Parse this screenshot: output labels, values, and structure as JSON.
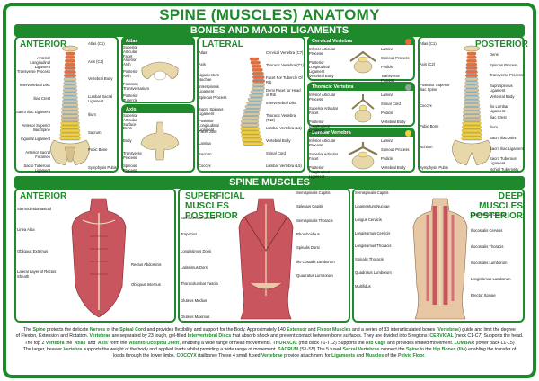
{
  "title": "SPINE (MUSCLES) ANATOMY",
  "sections": {
    "bones": "BONES AND MAJOR LIGAMENTS",
    "muscles": "SPINE MUSCLES"
  },
  "colors": {
    "brand": "#1f8a2b",
    "bone": "#e8d7a8",
    "muscle": "#c9555f",
    "disc": "#7fb3d9",
    "cervical": "#e96b3c",
    "thoracic": "#9aa0a6",
    "lumbar": "#f2d03b"
  },
  "panels": {
    "anterior_bones": {
      "title": "ANTERIOR",
      "labels_left": [
        "Anterior Longitudinal Ligament",
        "Transverse Process",
        "Intervertebral Disc",
        "Iliac Crest",
        "Sacro Iliac Ligament",
        "Anterior Superior Iliac Spine",
        "Inguinal Ligament",
        "Anterior Sacral Foramen",
        "Sacro Tuberous Ligament"
      ],
      "labels_right": [
        "Atlas (C1)",
        "Axis (C2)",
        "Vertebral Body",
        "Lumbar Sacral Ligament",
        "Ilium",
        "Sacrum",
        "Pubic Bone",
        "Symphysis Pubis"
      ]
    },
    "atlas_axis": {
      "atlas_title": "Atlas",
      "axis_title": "Axis",
      "atlas_labels": [
        "Superior Articular Facet",
        "Anterior Arch",
        "Posterior Arch",
        "Foramen Transversarium",
        "Posterior Tubercle"
      ],
      "axis_labels": [
        "Superior Articular Surface",
        "Dens",
        "Body",
        "Transverse Process",
        "Spinous Process"
      ]
    },
    "lateral": {
      "title": "LATERAL",
      "labels_left": [
        "Atlas",
        "Axis",
        "Ligamentum Nuchae",
        "Interspinous Ligament",
        "Spinous Process",
        "Supra Spinous Ligament",
        "Posterior Longitudinal Ligament",
        "Facet Joint",
        "Lamina",
        "Sacrum",
        "Coccyx"
      ],
      "labels_right": [
        "Cervical Vertebra (C7)",
        "Thoracic Vertebra (T1)",
        "Facet For Tubercle Of Rib",
        "Demi Facet for Head of Rib",
        "Intervertebral Disc",
        "Thoracic Vertebra (T12)",
        "Lumbar Vertebra (L1)",
        "Vertebral Body",
        "Spinal Cord",
        "Lumbar Vertebra (L5)"
      ]
    },
    "vertebra_types": [
      {
        "name": "Cervical Vertebra",
        "left": [
          "Inferior Articular Process",
          "Posterior Longitudinal Ligament",
          "Vertebral Body"
        ],
        "right": [
          "Lamina",
          "Spinous Process",
          "Pedicle",
          "Transverse Process"
        ]
      },
      {
        "name": "Thoracic Vertebra",
        "left": [
          "Inferior Articular Process",
          "Superior Articular Facet",
          "Posterior Longitudinal Ligament"
        ],
        "right": [
          "Lamina",
          "Spinal Cord",
          "Pedicle",
          "Vertebral Body"
        ]
      },
      {
        "name": "Lumbar Vertebra",
        "left": [
          "Inferior Articular Process",
          "Superior Articular Facet",
          "Posterior Longitudinal Ligament"
        ],
        "right": [
          "Lamina",
          "Spinous Process",
          "Pedicle",
          "Vertebral Body"
        ]
      }
    ],
    "posterior_bones": {
      "title": "POSTERIOR",
      "labels_left": [
        "Atlas (C1)",
        "Axis (C2)",
        "Posterior Superior Iliac Spine",
        "Coccyx",
        "Pubic Bone",
        "Ischium",
        "Symphysis Pubis"
      ],
      "labels_right": [
        "Dens",
        "Spinous Process",
        "Transverse Process",
        "Supraspinous Ligament",
        "Vertebral Body",
        "Ilio Lumbar Ligament",
        "Iliac Crest",
        "Ilium",
        "Sacro Iliac Joint",
        "Sacro Iliac Ligament",
        "Sacro Tuberous Ligament",
        "Ischial Tuberosity"
      ]
    },
    "anterior_muscles": {
      "title": "ANTERIOR",
      "labels_left": [
        "Sternocleidomastoid",
        "Linea Alba",
        "Obliquus Externus",
        "Lateral Layer of Rectus Sheath"
      ],
      "labels_right": [
        "Rectus Abdominis",
        "Obliquus Internus"
      ]
    },
    "superficial": {
      "title": "SUPERFICIAL MUSCLES POSTERIOR",
      "labels_left": [
        "Sternocleidomastoid",
        "Trapezius",
        "Longissimus Dorsi",
        "Latissimus Dorsi",
        "Thoracolumbar Fascia",
        "Gluteus Medius",
        "Gluteus Maximus"
      ],
      "labels_right": [
        "Semispinalis Capitis",
        "Splenius Capitis",
        "Semispinalis Thoracis",
        "Rhomboideus",
        "Spinalis Dorsi",
        "Ilio Costalis Lumborum",
        "Quadratus Lumborum"
      ]
    },
    "deep": {
      "title": "DEEP MUSCLES POSTERIOR",
      "labels_left": [
        "Semispinalis Capitis",
        "Ligamentum Nuchae",
        "Longus Cervicis",
        "Longissimus Cervicis",
        "Longissimus Thoracis",
        "Spinalis Thoracis",
        "Quadratus Lumborum",
        "Multifidus"
      ],
      "labels_right": [
        "Longissimus Cervicis",
        "Iliocostalis Cervicis",
        "Iliocostalis Thoracis",
        "Iliocostalis Lumborum",
        "Longissimus Lumborum",
        "Erector Spinae"
      ]
    }
  },
  "description": [
    "The Spine protects the delicate Nerves of the Spinal Cord and provides flexibility and support for the Body. Approximately 140 Extensor and Flexor Muscles and a series of 33 interarticulated bones (Vertebrae) guide and limit the degree",
    "of Flexion, Extension and Rotation. Vertebrae are separated by 23 tough, gel-filled Intervertebral Discs that absorb shock and prevent contact between bone surfaces. They are divided into 5 regions: CERVICAL (neck C1-C7) Supports the head.",
    "The top 2 Vertebra the 'Atlas' and 'Axis' form the 'Atlanto-Occipital Joint', enabling a wide range of head movements. THORACIC (mid back T1-T12) Supports the Rib Cage and provides limited movement. LUMBAR (lower back L1-L5)",
    "The larger, heavier Vertebra supports the weight of the body and applied loads whilst providing a wide range of movement. SACRUM (S1-S5) The 5 fused Sacral Vertebrae connect the Spine to the Hip Bones (Ilia) enabling the transfer of",
    "loads through the lower limbs. COCCYX (tailbone) These 4 small fused Vertebrae provide attachment for Ligaments and Muscles of the Pelvic Floor."
  ]
}
